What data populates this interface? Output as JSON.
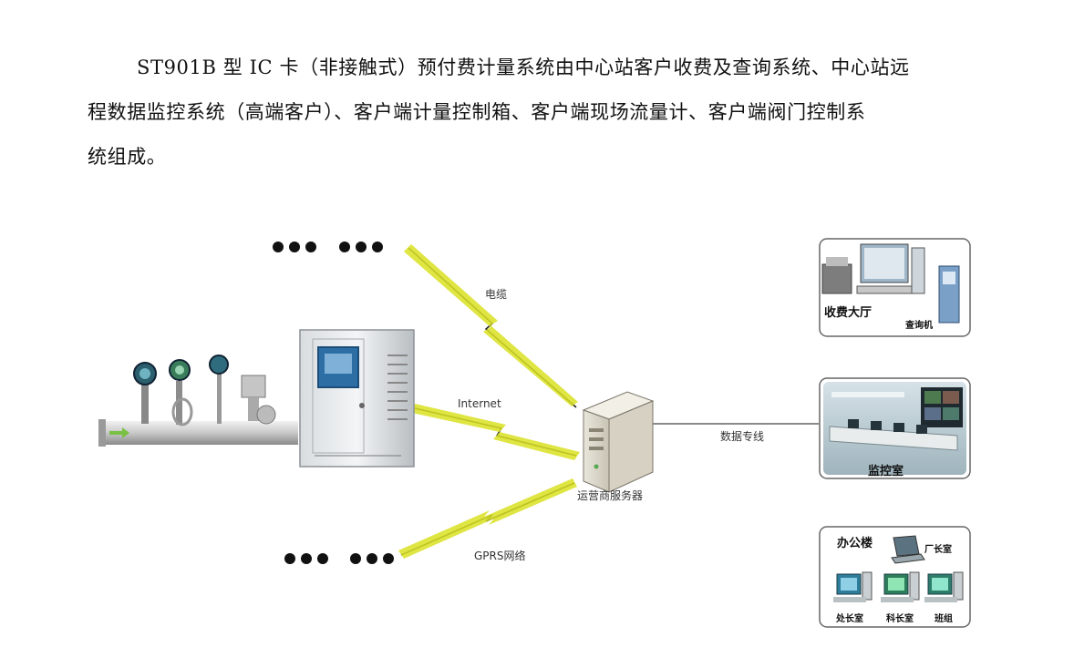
{
  "paragraph": {
    "line1": "ST901B 型 IC 卡（非接触式）预付费计量系统由中心站客户收费及查询系统、中心站远",
    "line2": "程数据监控系统（高端客户）、客户端计量控制箱、客户端现场流量计、客户端阀门控制系",
    "line3": "统组成。"
  },
  "diagram": {
    "link_cable": "电缆",
    "link_internet": "Internet",
    "link_gprs": "GPRS网络",
    "link_dedicated": "数据专线",
    "server_label": "运营商服务器",
    "panel_billing": {
      "title": "收费大厅",
      "kiosk": "查询机"
    },
    "panel_monitor": {
      "title": "监控室"
    },
    "panel_office": {
      "title": "办公楼",
      "director": "厂长室",
      "section": "处长室",
      "department": "科长室",
      "team": "班组"
    }
  }
}
